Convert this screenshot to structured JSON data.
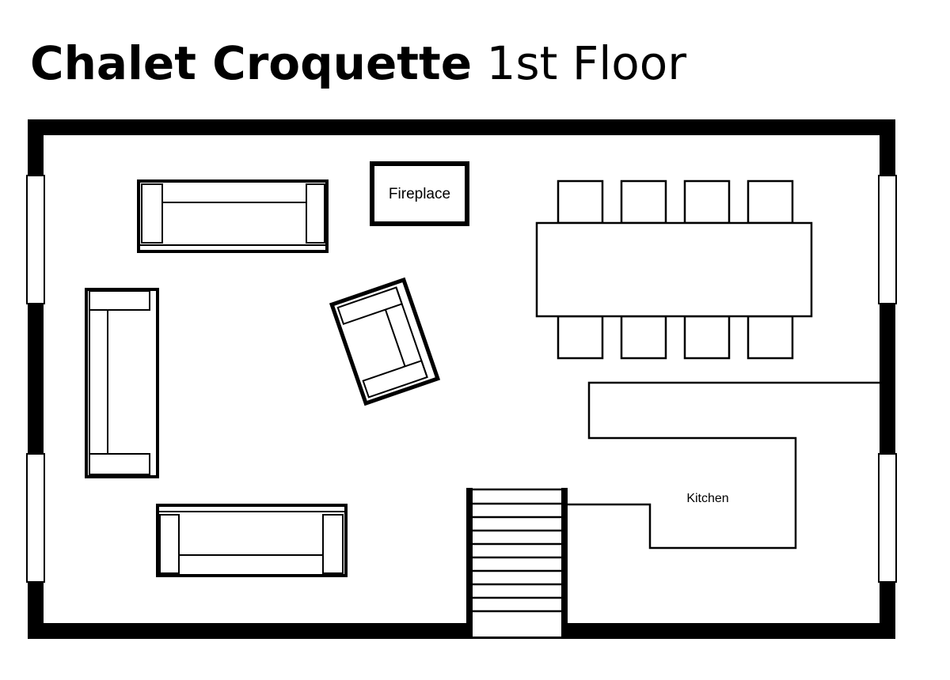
{
  "header": {
    "title_bold": "Chalet Croquette",
    "title_light": "1st Floor"
  },
  "rooms": {
    "fireplace_label": "Fireplace",
    "kitchen_label": "Kitchen"
  },
  "colors": {
    "ink": "#000000",
    "paper": "#ffffff"
  }
}
